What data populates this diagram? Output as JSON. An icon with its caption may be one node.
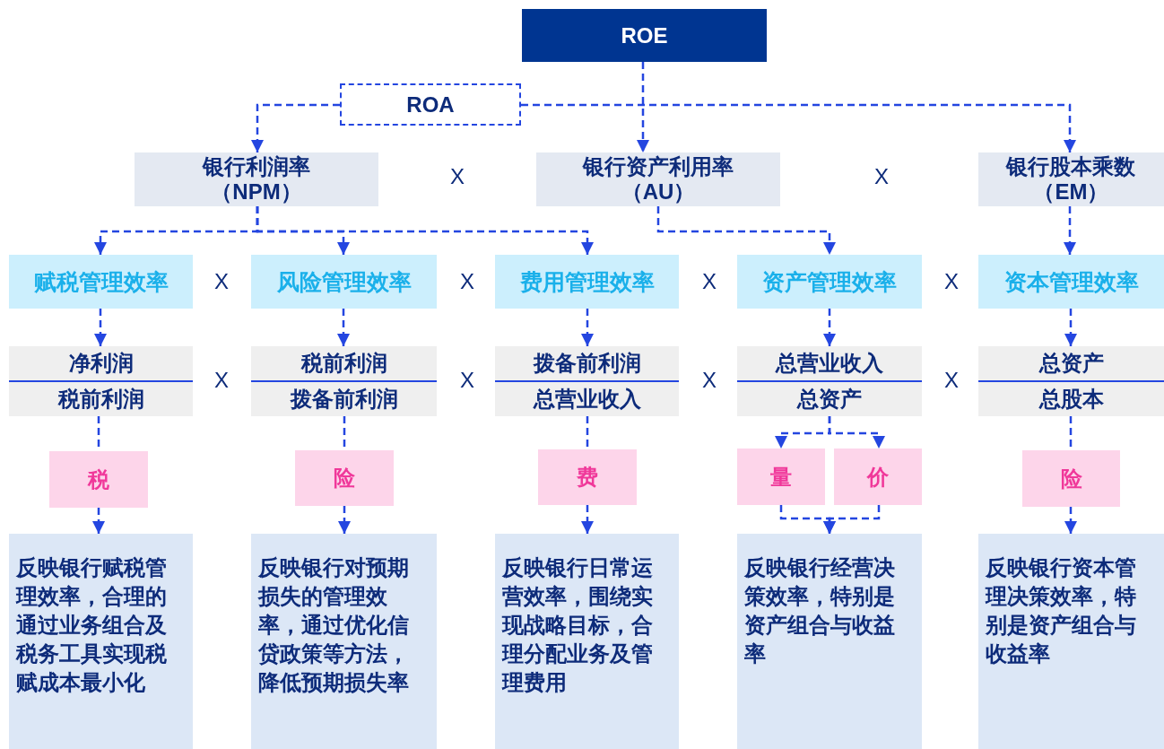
{
  "diagram": {
    "nodes": [
      {
        "text": [
          "ROE"
        ]
      },
      {
        "text": [
          "ROA"
        ]
      },
      {
        "text": [
          "银行利润率（NPM）"
        ]
      },
      {
        "text": [
          "银行资产利用率（AU）"
        ]
      },
      {
        "text": [
          "银行股本乘数（EM）"
        ]
      },
      {
        "text": [
          "赋税管理效率"
        ]
      },
      {
        "text": [
          "风险管理效率"
        ]
      },
      {
        "text": [
          "费用管理效率"
        ]
      },
      {
        "text": [
          "资产管理效率"
        ]
      },
      {
        "text": [
          "资本管理效率"
        ]
      },
      {
        "text": [
          "净利润",
          "税前利润"
        ]
      },
      {
        "text": [
          "税前利润",
          "拨备前利润"
        ]
      },
      {
        "text": [
          "拨备前利润",
          "总营业收入"
        ]
      },
      {
        "text": [
          "总营业收入",
          "总资产"
        ]
      },
      {
        "text": [
          "总资产",
          "总股本"
        ]
      },
      {
        "text": [
          "税"
        ]
      },
      {
        "text": [
          "险"
        ]
      },
      {
        "text": [
          "费"
        ]
      },
      {
        "text": [
          "量"
        ]
      },
      {
        "text": [
          "价"
        ]
      },
      {
        "text": [
          "险"
        ]
      },
      {
        "text": [
          "反映银行赋税管理效率，合理的通过业务组合及税务工具实现税赋成本最小化"
        ]
      },
      {
        "text": [
          "反映银行对预期损失的管理效率，通过优化信贷政策等方法，降低预期损失率"
        ]
      },
      {
        "text": [
          "反映银行日常运营效率，围绕实现战略目标，合理分配业务及管理费用"
        ]
      },
      {
        "text": [
          "反映银行经营决策效率，特别是资产组合与收益率"
        ]
      },
      {
        "text": [
          "反映银行资本管理决策效率，特别是资产组合与收益率"
        ]
      }
    ],
    "edges": [
      {
        "from": 0,
        "to": 3,
        "arrow": "to",
        "style": "dashed"
      },
      {
        "from": 1,
        "to": 2,
        "arrow": "to",
        "style": "dashed"
      },
      {
        "from": 1,
        "to": 4,
        "arrow": "to",
        "style": "dashed"
      },
      {
        "from": 2,
        "to": 5,
        "arrow": "to",
        "style": "dashed"
      },
      {
        "from": 2,
        "to": 6,
        "arrow": "to",
        "style": "dashed"
      },
      {
        "from": 2,
        "to": 7,
        "arrow": "to",
        "style": "dashed"
      },
      {
        "from": 3,
        "to": 8,
        "arrow": "to",
        "style": "dashed"
      },
      {
        "from": 4,
        "to": 9,
        "arrow": "to",
        "style": "dashed"
      },
      {
        "from": 5,
        "to": 10,
        "arrow": "to",
        "style": "dashed"
      },
      {
        "from": 6,
        "to": 11,
        "arrow": "to",
        "style": "dashed"
      },
      {
        "from": 7,
        "to": 12,
        "arrow": "to",
        "style": "dashed"
      },
      {
        "from": 8,
        "to": 13,
        "arrow": "to",
        "style": "dashed"
      },
      {
        "from": 9,
        "to": 14,
        "arrow": "to",
        "style": "dashed"
      },
      {
        "from": 10,
        "to": 15,
        "arrow": "none",
        "style": "dashed"
      },
      {
        "from": 15,
        "to": 21,
        "arrow": "to",
        "style": "dashed"
      },
      {
        "from": 11,
        "to": 16,
        "arrow": "none",
        "style": "dashed"
      },
      {
        "from": 16,
        "to": 22,
        "arrow": "to",
        "style": "dashed"
      },
      {
        "from": 12,
        "to": 17,
        "arrow": "none",
        "style": "dashed"
      },
      {
        "from": 17,
        "to": 23,
        "arrow": "to",
        "style": "dashed"
      },
      {
        "from": 13,
        "to": 18,
        "arrow": "to",
        "style": "dashed"
      },
      {
        "from": 13,
        "to": 19,
        "arrow": "to",
        "style": "dashed"
      },
      {
        "from": 18,
        "to": 24,
        "arrow": "to",
        "style": "dashed"
      },
      {
        "from": 19,
        "to": 24,
        "arrow": "to",
        "style": "dashed"
      },
      {
        "from": 14,
        "to": 20,
        "arrow": "none",
        "style": "dashed"
      },
      {
        "from": 20,
        "to": 25,
        "arrow": "to",
        "style": "dashed"
      }
    ],
    "labels": [
      "X",
      "X",
      "X",
      "X",
      "X",
      "X",
      "X",
      "X",
      "X",
      "X"
    ]
  }
}
